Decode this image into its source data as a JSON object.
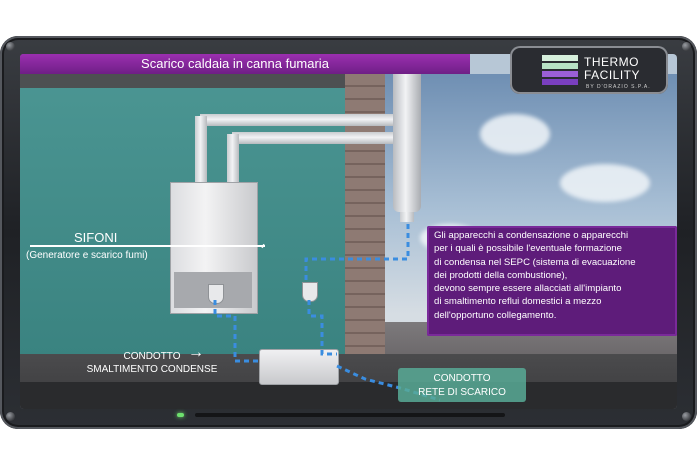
{
  "header": {
    "title": "Scarico caldaia in canna fumaria"
  },
  "logo": {
    "line1": "THERMO",
    "line2": "FACILITY",
    "sub": "BY D'ORAZIO S.P.A.",
    "bar_colors": [
      "#d6f0dc",
      "#b7e2c4",
      "#9b5fd6",
      "#7a3fc0"
    ]
  },
  "labels": {
    "sifoni": "SIFONI",
    "sifoni_sub": "(Generatore e scarico fumi)",
    "condotto_line1": "CONDOTTO",
    "condotto_line2": "SMALTIMENTO CONDENSE",
    "arrow": "→",
    "rete_line1": "CONDOTTO",
    "rete_line2": "RETE DI SCARICO"
  },
  "info": {
    "text": "Gli apparecchi a condensazione o apparecchi\nper i quali è possibile l'eventuale formazione\ndi condensa nel SEPC (sistema di evacuazione\ndei prodotti della combustione),\ndevono sempre essere allacciati all'impianto\ndi smaltimento reflui domestici a mezzo\ndell'opportuno collegamento."
  },
  "colors": {
    "accent_purple": "#7a2a9a",
    "flow_blue": "#3a8de0",
    "led_green": "#6ee06e"
  }
}
